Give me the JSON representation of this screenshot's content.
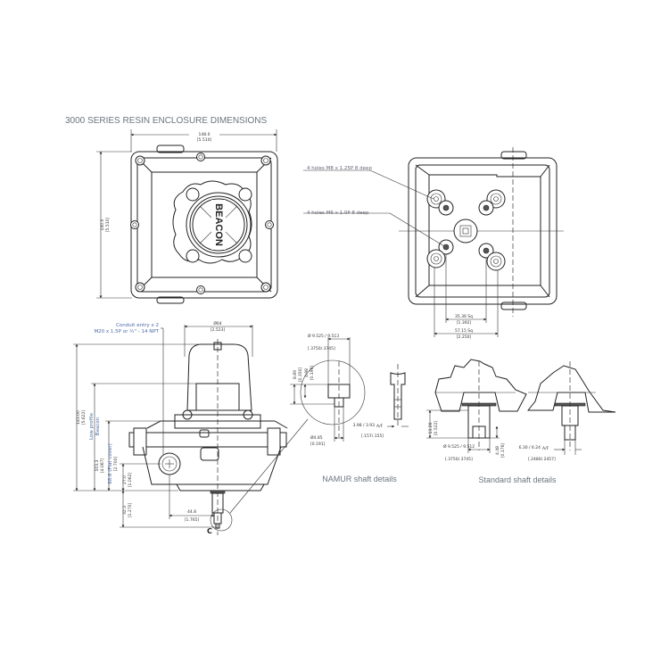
{
  "title": "3000 SERIES RESIN ENCLOSURE DIMENSIONS",
  "top_view": {
    "width_mm": "148.0",
    "width_in": "[5.510]",
    "height_mm": "140.0",
    "height_in": "[5.510]",
    "logo_text": "BEACON"
  },
  "bottom_view": {
    "note_m8": "4 holes M8 x 1.25P 8 deep",
    "note_m6": "4 holes M6 x 1.0P 8 deep",
    "sq1_mm": "35.36 Sq",
    "sq1_in": "[1.392]",
    "sq2_mm": "57.15 Sq",
    "sq2_in": "[2.250]"
  },
  "side_view": {
    "conduit_line1": "Conduit entry x 2",
    "conduit_line2": "M20 x 1.5P or ½\" - 14 NPT",
    "dia_mm": "Ø64",
    "dia_in": "[2.523]",
    "total_mm": "143.00",
    "total_in": "[5.622]",
    "low_profile_line1": "Low profile",
    "low_profile_line2": "Beacon",
    "h1_mm": "103.3",
    "h1_in": "[4.067]",
    "flat_cover": "68.6 (Flat cover)",
    "flat_cover_in": "[2.700]",
    "h3_mm": "27.0",
    "h3_in": "[1.062]",
    "h4_mm": "32.3",
    "h4_in": "[1.270]",
    "offset_mm": "44.8",
    "offset_in": "[1.765]",
    "detail_marker": "C"
  },
  "namur": {
    "dia_top": "Ø 9.525 / 9.513",
    "dia_top_in": "[.3750/.3745]",
    "h_mm": "8.89",
    "h_in": "[0.350]",
    "slot_mm": "4.98",
    "slot_in": "[0.196]",
    "dia_bottom_mm": "Ø4.85",
    "dia_bottom_in": "[0.191]",
    "af_mm": "3.98 / 3.93",
    "af_label": "A/F",
    "af_in": "[.157/.155]",
    "caption": "NAMUR shaft details"
  },
  "standard": {
    "h_mm": "13.26",
    "h_in": "[0.522]",
    "dia_mm": "Ø 9.525 / 9.512",
    "dia_in": "[.3750/.3745]",
    "flat_mm": "4.48",
    "flat_in": "[0.176]",
    "af_mm": "6.30 / 6.24",
    "af_label": "A/F",
    "af_in": "[.2480/.2457]",
    "caption": "Standard shaft details"
  }
}
